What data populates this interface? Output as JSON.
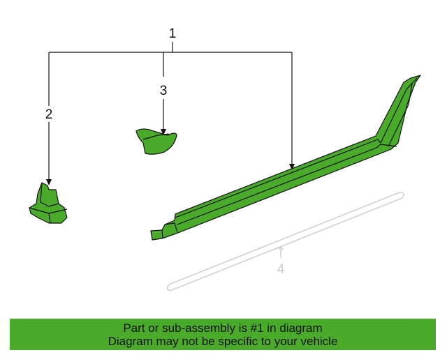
{
  "callouts": {
    "c1": "1",
    "c2": "2",
    "c3": "3",
    "c4": "4"
  },
  "banner": {
    "line1": "Part or sub-assembly is #1 in diagram",
    "line2": "Diagram may not be specific to your vehicle"
  },
  "colors": {
    "part_fill": "#4aaa2a",
    "banner_bg": "#4aaa2a",
    "ghost": "#c8c8c8"
  }
}
